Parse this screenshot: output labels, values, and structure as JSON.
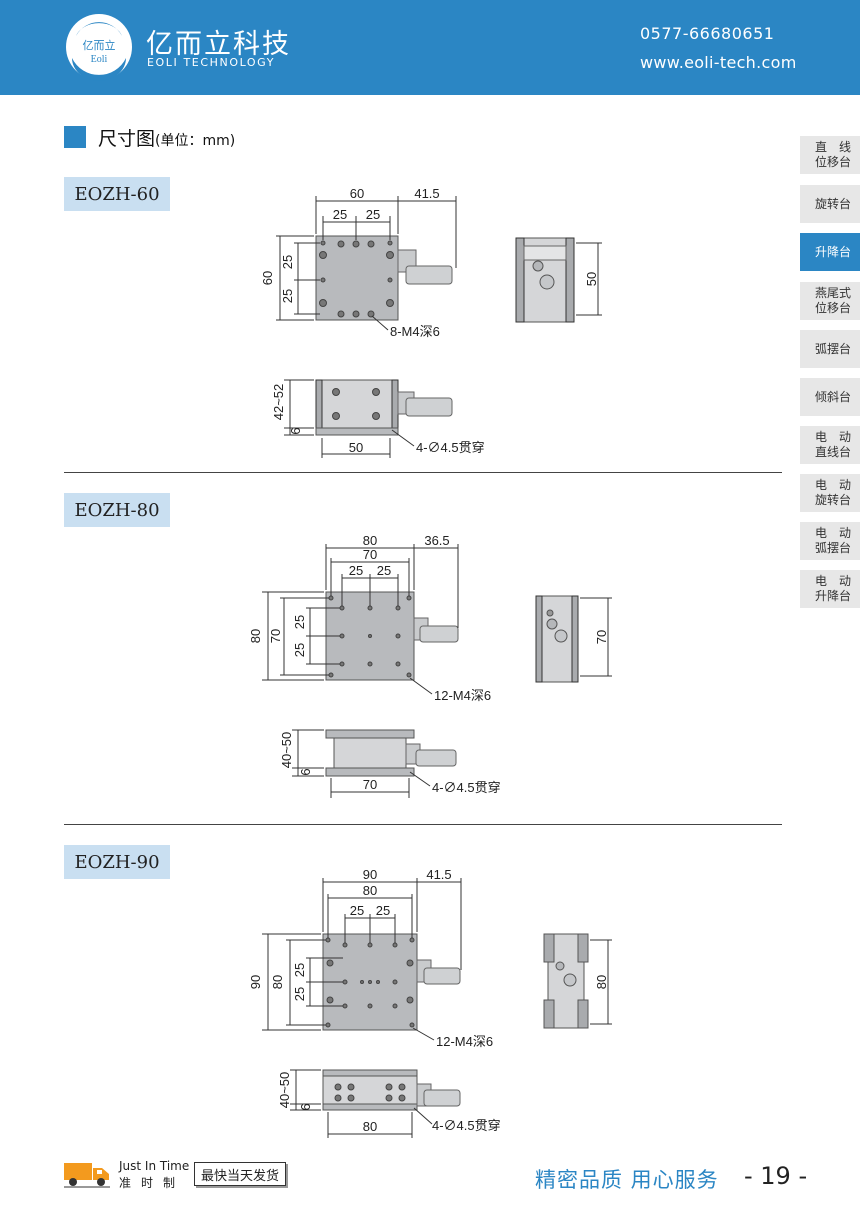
{
  "header": {
    "company_cn": "亿而立科技",
    "company_en": "EOLI TECHNOLOGY",
    "logo_text_top": "亿而立",
    "logo_text_bottom": "Eoli",
    "phone": "0577-66680651",
    "website": "www.eoli-tech.com",
    "color": "#2b86c4"
  },
  "section": {
    "title": "尺寸图",
    "unit": "(单位：mm)"
  },
  "sidebar": [
    {
      "l1": "直　线",
      "l2": "位移台"
    },
    {
      "l1": "旋转台",
      "l2": ""
    },
    {
      "l1": "升降台",
      "l2": "",
      "active": true
    },
    {
      "l1": "燕尾式",
      "l2": "位移台"
    },
    {
      "l1": "弧摆台",
      "l2": ""
    },
    {
      "l1": "倾斜台",
      "l2": ""
    },
    {
      "l1": "电　动",
      "l2": "直线台"
    },
    {
      "l1": "电　动",
      "l2": "旋转台"
    },
    {
      "l1": "电　动",
      "l2": "弧摆台"
    },
    {
      "l1": "电　动",
      "l2": "升降台"
    }
  ],
  "models": [
    {
      "name": "EOZH-60",
      "top": {
        "width": "60",
        "offset": "41.5",
        "pitch": [
          "25",
          "25"
        ],
        "height": "60",
        "vpitch": [
          "25",
          "25"
        ],
        "holes": "8-M4深6"
      },
      "right_height": "50",
      "side": {
        "height": "42~52",
        "base": "6",
        "width": "50",
        "holes": "4-∅4.5贯穿"
      }
    },
    {
      "name": "EOZH-80",
      "top": {
        "width": "80",
        "inner": "70",
        "offset": "36.5",
        "pitch": [
          "25",
          "25"
        ],
        "height": "80",
        "inner_h": "70",
        "vpitch": [
          "25",
          "25"
        ],
        "holes": "12-M4深6"
      },
      "right_height": "70",
      "side": {
        "height": "40~50",
        "base": "6",
        "width": "70",
        "holes": "4-∅4.5贯穿"
      }
    },
    {
      "name": "EOZH-90",
      "top": {
        "width": "90",
        "inner": "80",
        "offset": "41.5",
        "pitch": [
          "25",
          "25"
        ],
        "height": "90",
        "inner_h": "80",
        "vpitch": [
          "25",
          "25"
        ],
        "holes": "12-M4深6"
      },
      "right_height": "80",
      "side": {
        "height": "40~50",
        "base": "6",
        "width": "80",
        "holes": "4-∅4.5贯穿"
      }
    }
  ],
  "footer": {
    "jit_en": "Just In Time",
    "jit_cn": "准时制",
    "fast": "最快当天发货",
    "slogan": "精密品质 用心服务",
    "page": "- 19 -"
  }
}
